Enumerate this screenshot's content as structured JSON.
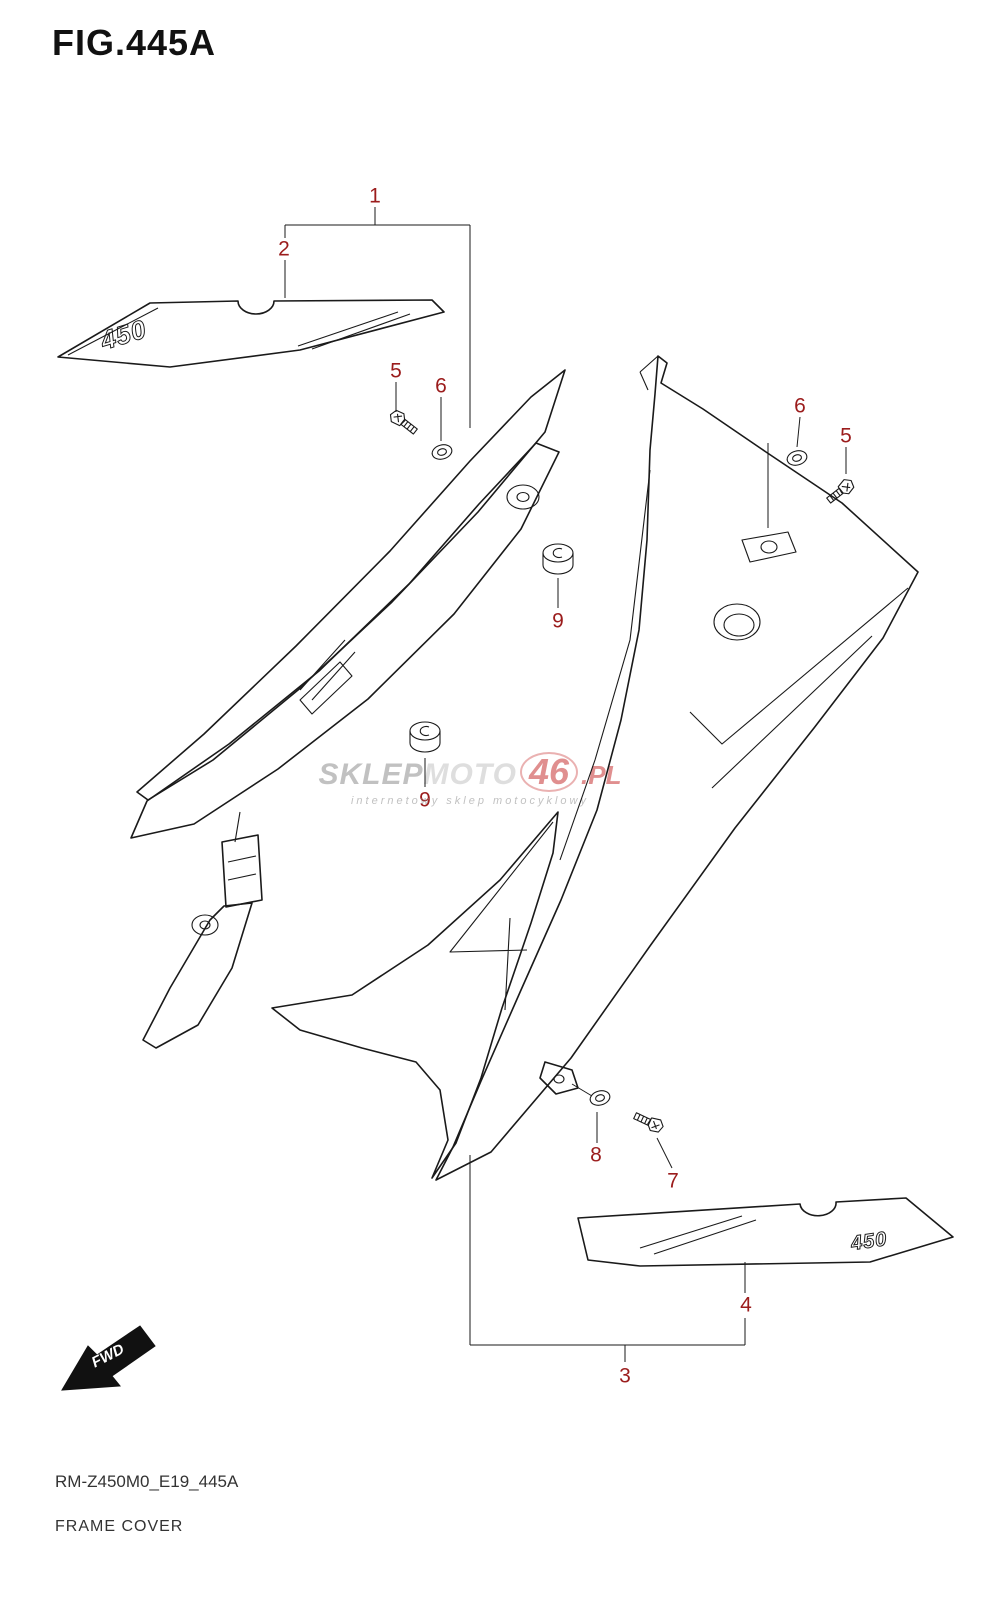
{
  "figure": {
    "title": "FIG.445A"
  },
  "footer": {
    "code": "RM-Z450M0_E19_445A",
    "name": "FRAME COVER"
  },
  "callouts": {
    "c1": "1",
    "c2": "2",
    "c5l": "5",
    "c6l": "6",
    "c6r": "6",
    "c5r": "5",
    "c9a": "9",
    "c9b": "9",
    "c8": "8",
    "c7": "7",
    "c4": "4",
    "c3": "3"
  },
  "decals": {
    "left_text": "450",
    "right_text": "450"
  },
  "fwd": {
    "label": "FWD"
  },
  "watermark": {
    "part1": "SKLEP",
    "part2": "MOTO",
    "part3": "46",
    "part4": ".PL",
    "subtitle": "internetowy sklep motocyklowy"
  },
  "colors": {
    "line": "#1a1a1a",
    "callout_red": "#9b1c1c",
    "watermark_gray": "#8f8f8f",
    "watermark_red": "#c73535"
  }
}
